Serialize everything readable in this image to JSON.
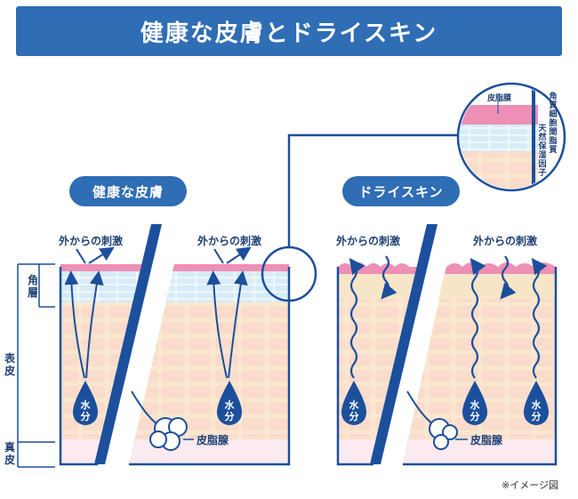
{
  "title": "健康な皮膚とドライスキン",
  "panels": {
    "healthy": {
      "label": "健康な皮膚"
    },
    "dry": {
      "label": "ドライスキン"
    }
  },
  "labels": {
    "external_stimulus": "外からの刺激",
    "water": "水分",
    "sebaceous_gland": "皮脂腺"
  },
  "layers": {
    "stratum_corneum": "角層",
    "epidermis": "表皮",
    "dermis": "真皮"
  },
  "zoom": {
    "sebum_film": "皮脂膜",
    "corneocyte_lipid": "角質細胞間脂質",
    "nmf": "天然保湿因子"
  },
  "note": "※イメージ図",
  "colors": {
    "brand_blue": "#2f6db5",
    "dark_blue": "#1c4f9c",
    "sebum_pink": "#ee8fb6",
    "skin_beige": "#fbe7cf",
    "cell_pink": "#f7d0c2",
    "horny_blue": "#d7ecf8"
  }
}
